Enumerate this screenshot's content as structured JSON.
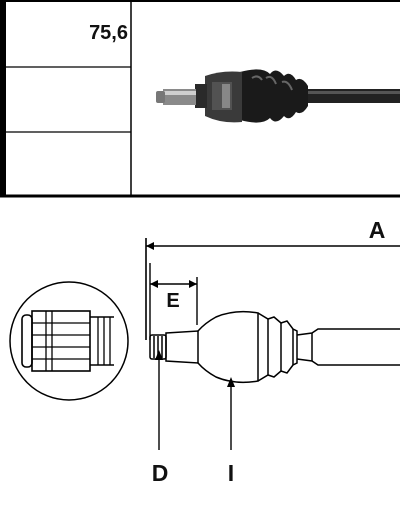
{
  "spec_table": {
    "rows": [
      {
        "value": "75,6"
      },
      {
        "value": ""
      },
      {
        "value": ""
      }
    ]
  },
  "product_photo": {
    "icon": "drive-shaft-photo"
  },
  "technical_drawing": {
    "dimension_labels": {
      "overall_length": "A",
      "spline_length": "E",
      "spline_end": "D",
      "inner_joint": "I"
    },
    "detail_icon": "spline-detail-magnifier-icon"
  }
}
